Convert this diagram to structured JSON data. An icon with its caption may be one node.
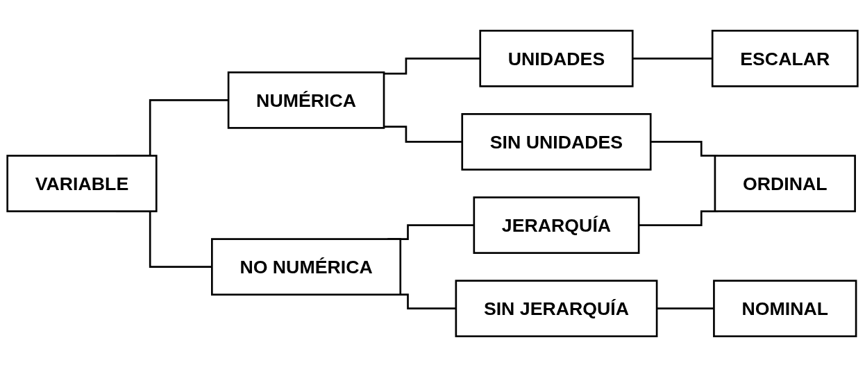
{
  "diagram": {
    "nodes": [
      {
        "text": [
          "VARIABLE"
        ]
      },
      {
        "text": [
          "NUMÉRICA"
        ]
      },
      {
        "text": [
          "UNIDADES"
        ]
      },
      {
        "text": [
          "ESCALAR"
        ]
      },
      {
        "text": [
          "SIN UNIDADES"
        ]
      },
      {
        "text": [
          "ORDINAL"
        ]
      },
      {
        "text": [
          "JERARQUÍA"
        ]
      },
      {
        "text": [
          "NO NUMÉRICA"
        ]
      },
      {
        "text": [
          "SIN JERARQUÍA"
        ]
      },
      {
        "text": [
          "NOMINAL"
        ]
      }
    ],
    "edges": [
      {
        "from": 0,
        "to": 1,
        "arrow": "none"
      },
      {
        "from": 0,
        "to": 7,
        "arrow": "none"
      },
      {
        "from": 1,
        "to": 2,
        "arrow": "none"
      },
      {
        "from": 1,
        "to": 4,
        "arrow": "none"
      },
      {
        "from": 2,
        "to": 3,
        "arrow": "none"
      },
      {
        "from": 4,
        "to": 5,
        "arrow": "none"
      },
      {
        "from": 6,
        "to": 5,
        "arrow": "none"
      },
      {
        "from": 7,
        "to": 6,
        "arrow": "none"
      },
      {
        "from": 7,
        "to": 8,
        "arrow": "none"
      },
      {
        "from": 8,
        "to": 9,
        "arrow": "none"
      }
    ]
  }
}
